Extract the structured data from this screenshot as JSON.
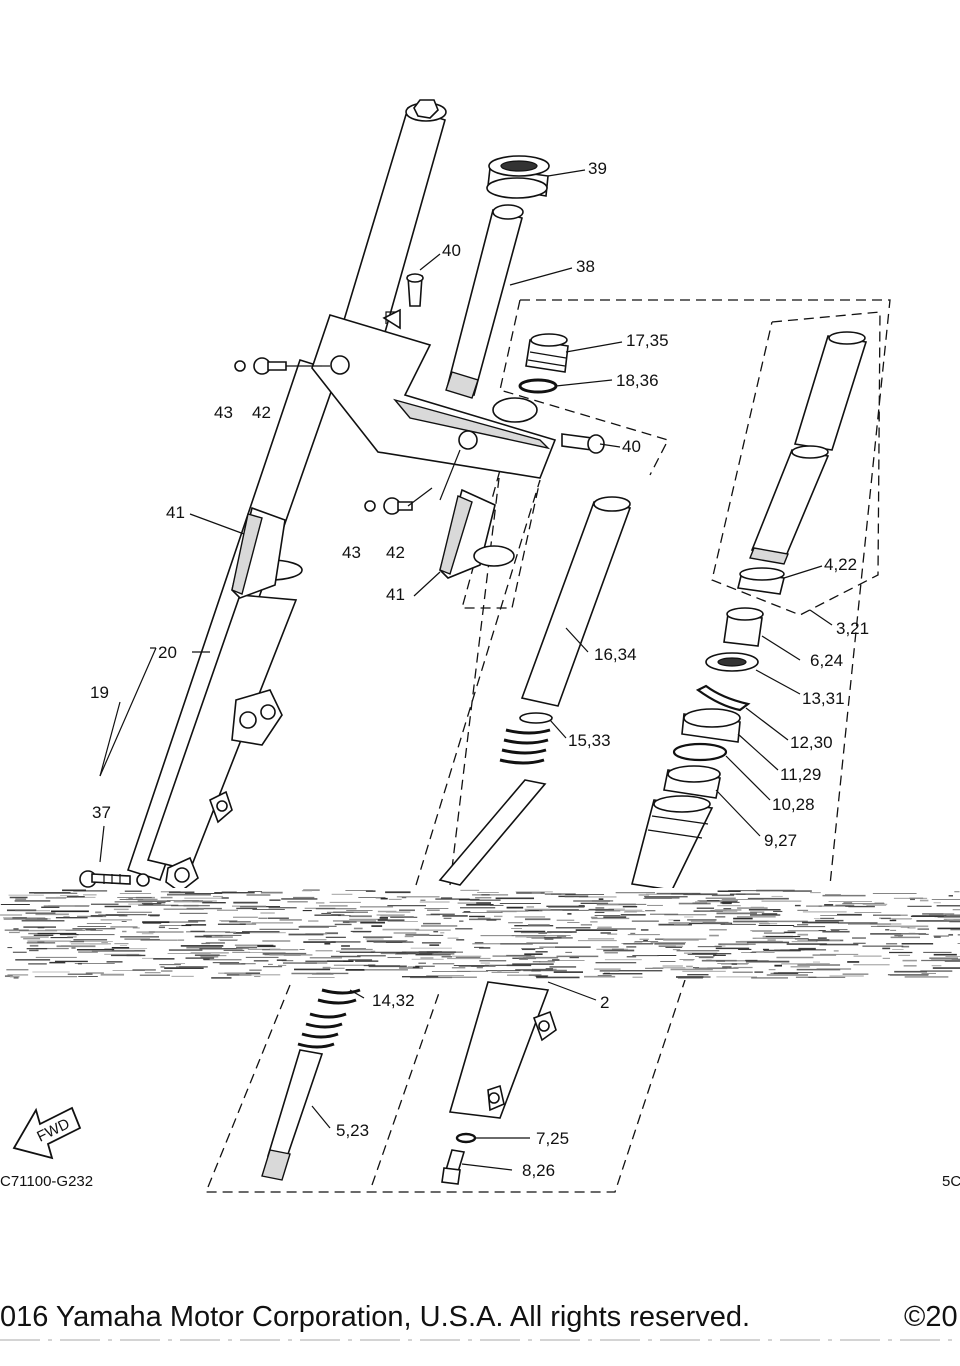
{
  "diagram": {
    "labels": {
      "p39": "39",
      "p40a": "40",
      "p38": "38",
      "p17_35": "17,35",
      "p18_36": "18,36",
      "p40b": "40",
      "p43a": "43",
      "p42a": "42",
      "p41a": "41",
      "p43b": "43",
      "p42b": "42",
      "p41b": "41",
      "p4_22": "4,22",
      "p3_21": "3,21",
      "p6_24": "6,24",
      "p13_31": "13,31",
      "p20": "20",
      "p16_34": "16,34",
      "p19": "19",
      "p15_33": "15,33",
      "p12_30": "12,30",
      "p11_29": "11,29",
      "p10_28": "10,28",
      "p37": "37",
      "p9_27": "9,27",
      "p14_32": "14,32",
      "p2": "2",
      "p5_23": "5,23",
      "p7_25": "7,25",
      "p8_26": "8,26"
    },
    "fwd_label": "FWD",
    "diagram_code": "C71100-G232",
    "page_code_right": "5C"
  },
  "footer": {
    "copyright_left": "016 Yamaha Motor Corporation, U.S.A. All rights reserved.",
    "copyright_right": "©20"
  },
  "colors": {
    "ink": "#111111",
    "background": "#ffffff",
    "shade": "#d9d9d9"
  }
}
